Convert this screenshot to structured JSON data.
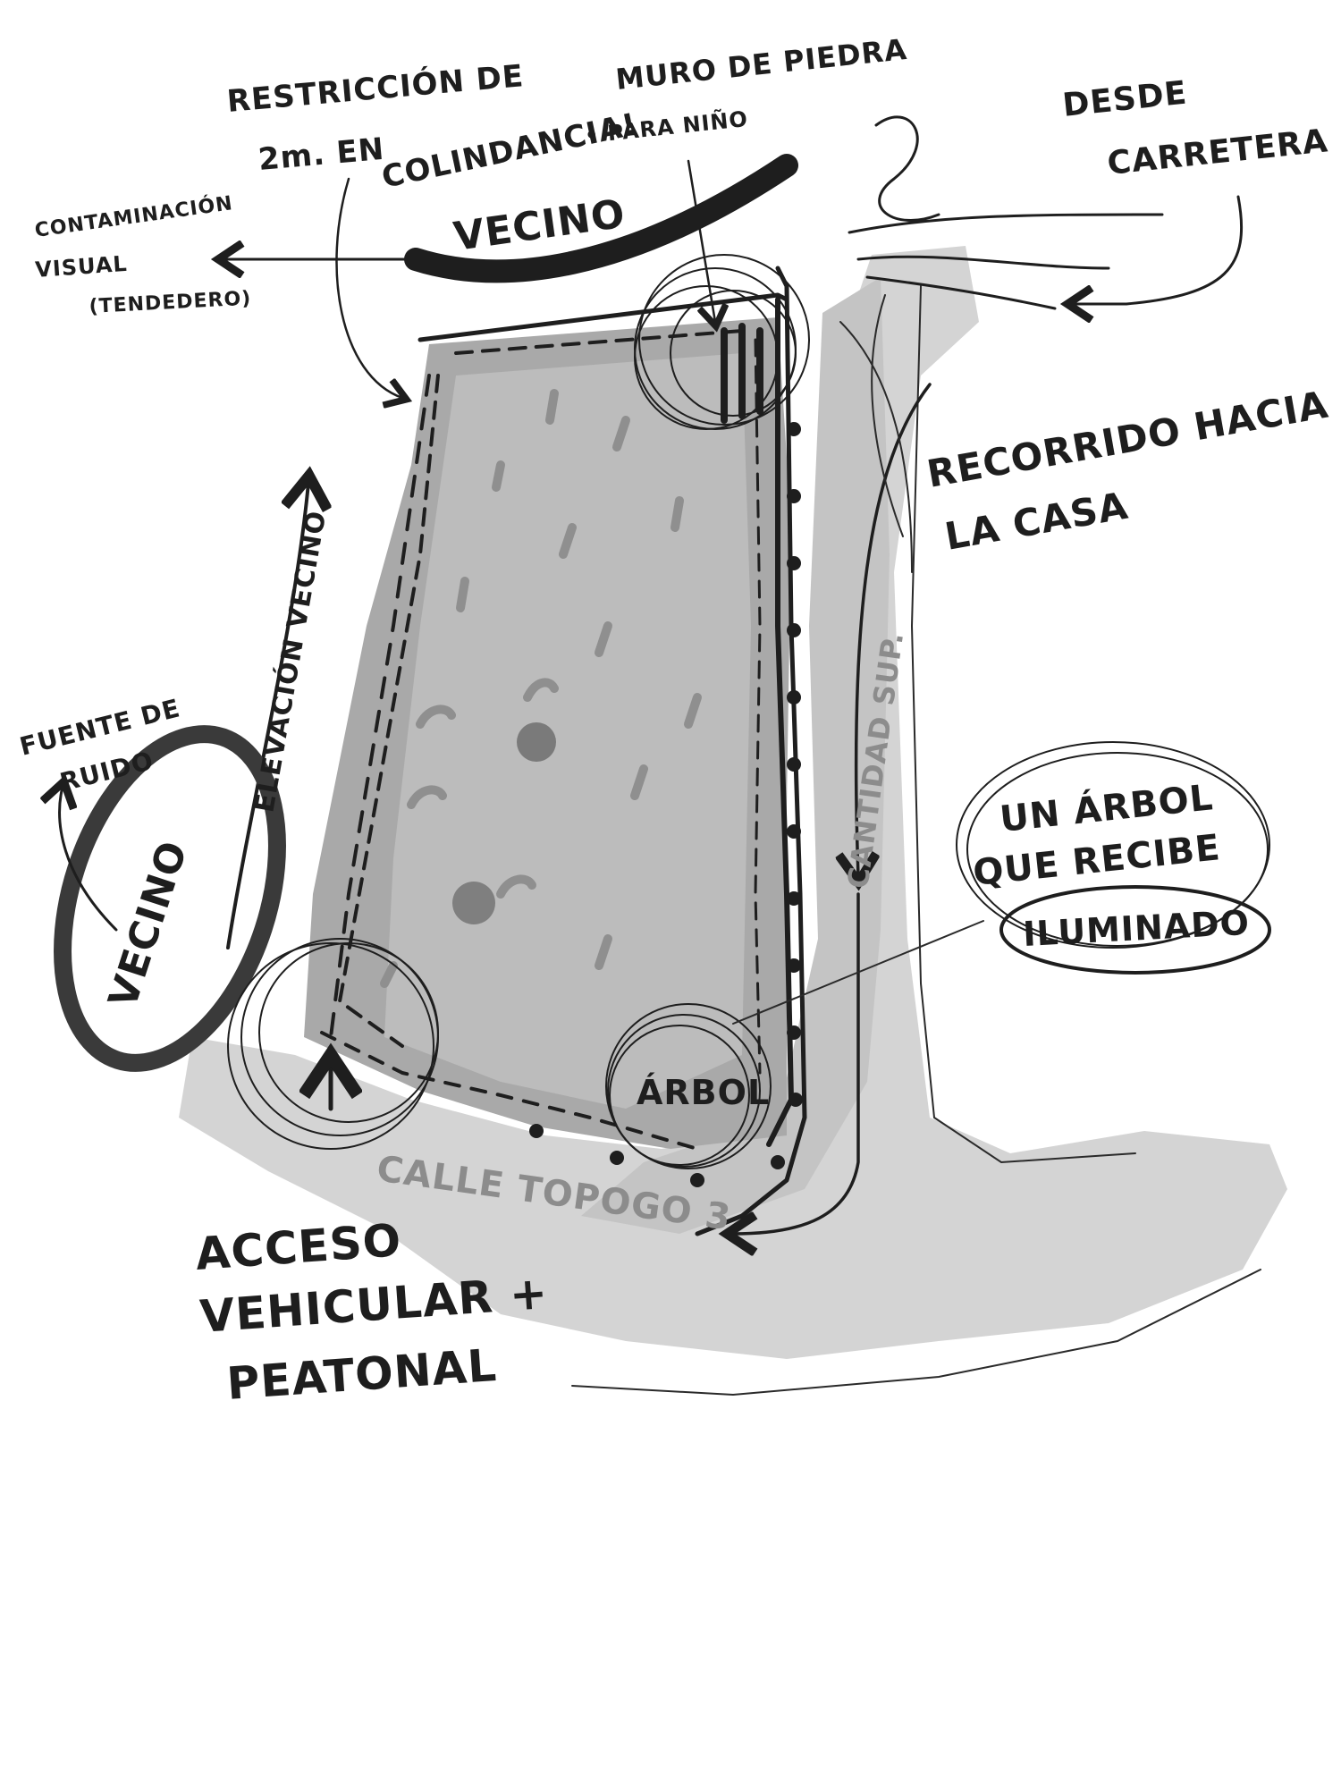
{
  "labels": {
    "restriccion_line1": "RESTRICCIÓN DE",
    "restriccion_line2": "2m. EN",
    "colindancia": "COLINDANCIA!",
    "muro_de_piedra": "MURO DE PIEDRA",
    "para_nino": "• PARA NIÑO",
    "desde_carretera_line1": "DESDE",
    "desde_carretera_line2": "CARRETERA",
    "contaminacion_line1": "CONTAMINACIÓN",
    "contaminacion_line2": "VISUAL",
    "contaminacion_line3": "(TENDEDERO)",
    "vecino_top": "VECINO",
    "recorrido_line1": "RECORRIDO HACIA",
    "recorrido_line2": "LA CASA",
    "elevacion_vecino": "ELEVACIÓN VECINO",
    "fuente_ruido_line1": "FUENTE DE",
    "fuente_ruido_line2": "RUIDO",
    "vecino_left": "VECINO",
    "un_arbol_line1": "UN ÁRBOL",
    "un_arbol_line2": "QUE RECIBE",
    "iluminado": "ILUMINADO",
    "arbol": "ÁRBOL",
    "acceso_line1": "ACCESO",
    "acceso_line2": "VEHICULAR +",
    "acceso_line3": "PEATONAL",
    "calle_topogo": "CALLE TOPOGO 3",
    "cantidad_sup": "CANTIDAD SUP."
  },
  "colors": {
    "ink": "#1e1e1e",
    "wash_light": "#d9d9d9",
    "wash_mid": "#bdbdbd",
    "wash_dark": "#9a9a9a",
    "background": "#ffffff"
  }
}
